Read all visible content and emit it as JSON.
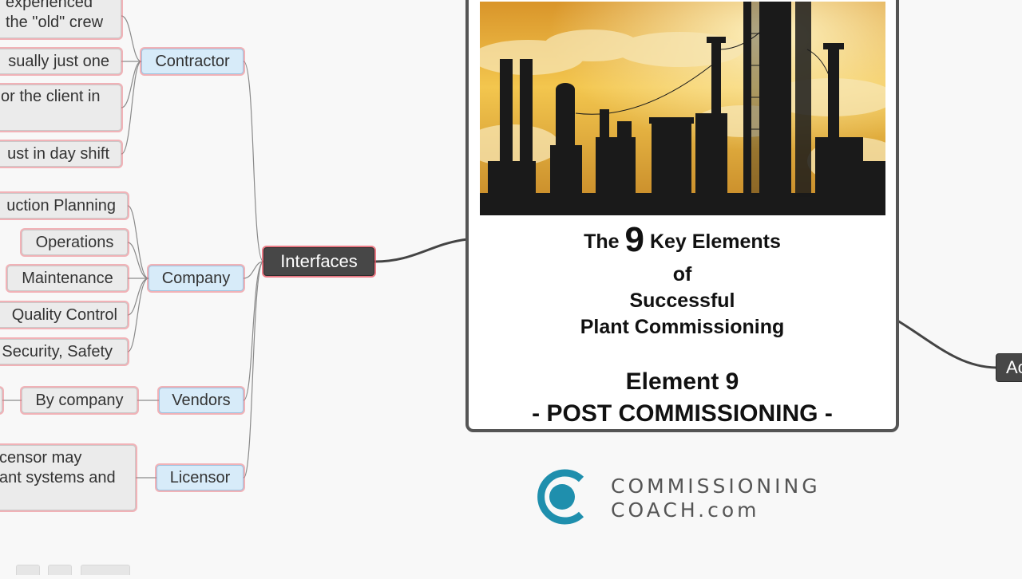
{
  "mindmap": {
    "root": {
      "label": "Interfaces"
    },
    "partial_right_node": {
      "label": "Ac"
    },
    "branches": [
      {
        "label": "Contractor",
        "children": [
          {
            "lines": [
              "experienced",
              "the \"old\" crew"
            ]
          },
          {
            "lines": [
              "sually just one"
            ]
          },
          {
            "lines": [
              "or the client in",
              ""
            ]
          },
          {
            "lines": [
              "ust in day shift"
            ]
          }
        ]
      },
      {
        "label": "Company",
        "children": [
          {
            "lines": [
              "uction Planning"
            ]
          },
          {
            "lines": [
              "Operations"
            ]
          },
          {
            "lines": [
              "Maintenance"
            ]
          },
          {
            "lines": [
              "Quality Control"
            ]
          },
          {
            "lines": [
              "Security, Safety"
            ]
          }
        ]
      },
      {
        "label": "Vendors",
        "children": [
          {
            "lines": [
              "By company"
            ]
          }
        ]
      },
      {
        "label": "Licensor",
        "children": [
          {
            "lines": [
              "censor may",
              "ant systems and"
            ]
          }
        ]
      }
    ]
  },
  "card": {
    "title_prefix": "The",
    "title_number": "9",
    "title_suffix": "Key Elements",
    "line2": "of",
    "line3": "Successful",
    "line4": "Plant Commissioning",
    "element": "Element 9",
    "subtitle": "- POST COMMISSIONING -"
  },
  "logo": {
    "line1": "COMMISSIONING",
    "line2": "COACH.com",
    "color": "#1f8fad"
  },
  "colors": {
    "root_bg": "#474747",
    "branch_bg": "#d7ebf9",
    "leaf_bg": "#ebebeb",
    "highlight": "#e66a78",
    "sky_top": "#f0c24a",
    "sky_bottom": "#c98a22",
    "silhouette": "#1a1a1a"
  }
}
